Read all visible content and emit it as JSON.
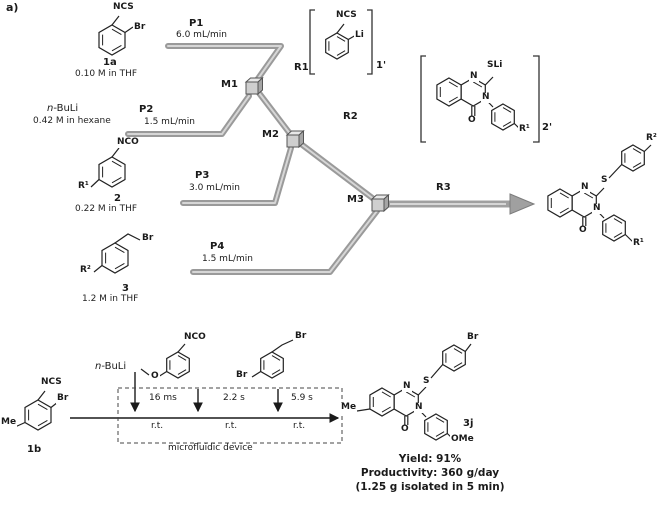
{
  "panel_a": {
    "label": "a)",
    "s1a": {
      "ncs": "NCS",
      "br": "Br",
      "id": "1a",
      "conc": "0.10 M in THF"
    },
    "p1": {
      "id": "P1",
      "rate": "6.0 mL/min"
    },
    "nbuli": {
      "n": "n",
      "rest": "-BuLi",
      "conc": "0.42 M in hexane"
    },
    "p2": {
      "id": "P2",
      "rate": "1.5 mL/min"
    },
    "s2": {
      "nco": "NCO",
      "r": "R¹",
      "id": "2",
      "conc": "0.22 M in THF"
    },
    "p3": {
      "id": "P3",
      "rate": "3.0 mL/min"
    },
    "s3": {
      "br": "Br",
      "r": "R²",
      "id": "3",
      "conc": "1.2 M in THF"
    },
    "p4": {
      "id": "P4",
      "rate": "1.5 mL/min"
    },
    "m1": "M1",
    "m2": "M2",
    "m3": "M3",
    "r1": "R1",
    "r2": "R2",
    "r3": "R3",
    "i1": {
      "ncs": "NCS",
      "li": "Li",
      "id": "1'"
    },
    "i2": {
      "sli": "SLi",
      "n1": "N",
      "n3": "N",
      "o": "O",
      "r": "R¹",
      "id": "2'"
    },
    "prod": {
      "n1": "N",
      "n3": "N",
      "s": "S",
      "o": "O",
      "r1": "R¹",
      "r2": "R²"
    }
  },
  "panel_b": {
    "s1b": {
      "ncs": "NCS",
      "br": "Br",
      "me": "Me",
      "id": "1b"
    },
    "nbuli": {
      "n": "n",
      "rest": "-BuLi"
    },
    "iso": {
      "nco": "NCO",
      "o": "O"
    },
    "bnbr": {
      "br_top": "Br",
      "br_ring": "Br"
    },
    "times": [
      "16 ms",
      "2.2 s",
      "5.9 s"
    ],
    "rts": [
      "r.t.",
      "r.t.",
      "r.t."
    ],
    "device": "microfluidic device",
    "prod": {
      "me": "Me",
      "s": "S",
      "n1": "N",
      "n3": "N",
      "o": "O",
      "br": "Br",
      "ome": "OMe",
      "id": "3j"
    },
    "results": {
      "yield": "Yield: 91%",
      "productivity": "Productivity: 360 g/day",
      "isolated": "(1.25 g isolated in 5 min)"
    }
  }
}
